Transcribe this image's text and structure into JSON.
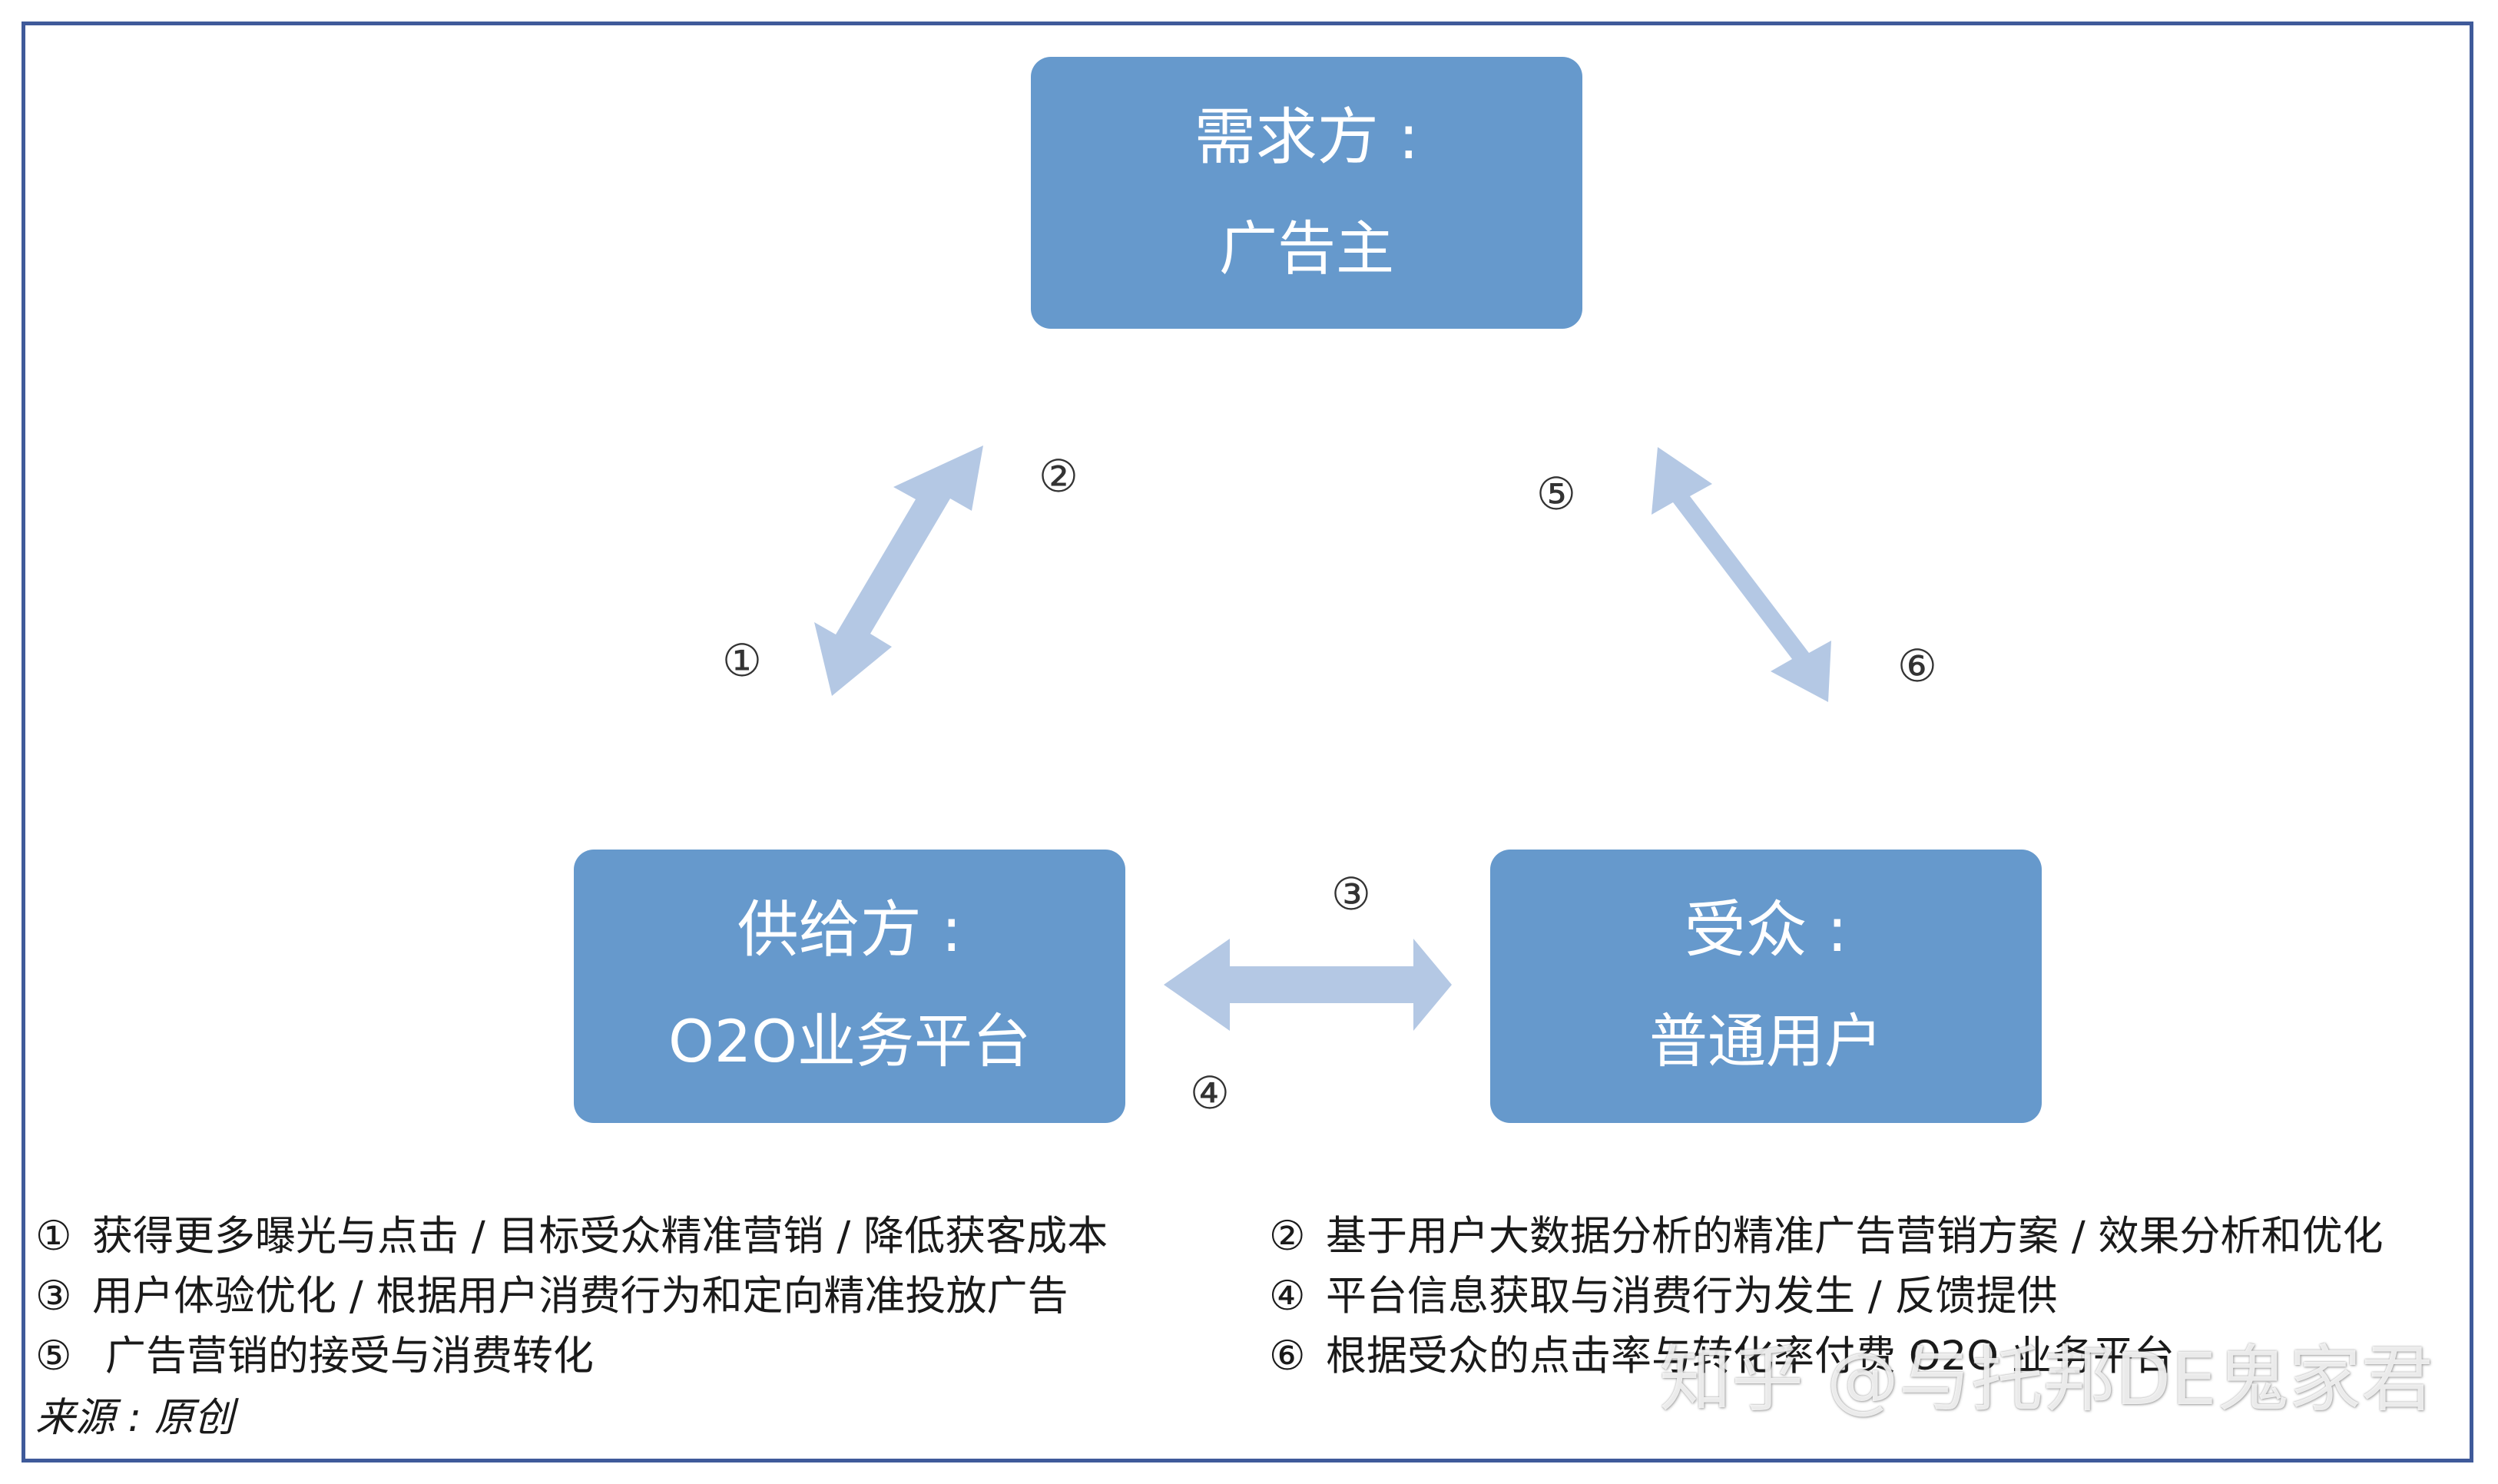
{
  "nodes": {
    "demand": {
      "title": "需求方 :",
      "subtitle": "广告主"
    },
    "supply": {
      "title": "供给方 :",
      "subtitle": "O2O业务平台"
    },
    "audience": {
      "title": "受众 :",
      "subtitle": "普通用户"
    }
  },
  "edge_markers": {
    "m1": "①",
    "m2": "②",
    "m3": "③",
    "m4": "④",
    "m5": "⑤",
    "m6": "⑥"
  },
  "legend": {
    "left": [
      {
        "marker": "①",
        "text": "获得更多曝光与点击 / 目标受众精准营销 / 降低获客成本"
      },
      {
        "marker": "③",
        "text": "用户体验优化 / 根据用户消费行为和定向精准投放广告"
      },
      {
        "marker": "⑤",
        "text": " 广告营销的接受与消费转化"
      }
    ],
    "right": [
      {
        "marker": "②",
        "text": "基于用户大数据分析的精准广告营销方案 / 效果分析和优化"
      },
      {
        "marker": "④",
        "text": "平台信息获取与消费行为发生 / 反馈提供"
      },
      {
        "marker": "⑥",
        "text": "根据受众的点击率与转化率付费 O2O 业务平台"
      }
    ]
  },
  "source": "来源 : 原创",
  "watermark": "知乎 @与托邦DE鬼家君",
  "colors": {
    "box": "#6699cc",
    "arrow": "#b4c8e4",
    "frame": "#3f5a9a"
  }
}
